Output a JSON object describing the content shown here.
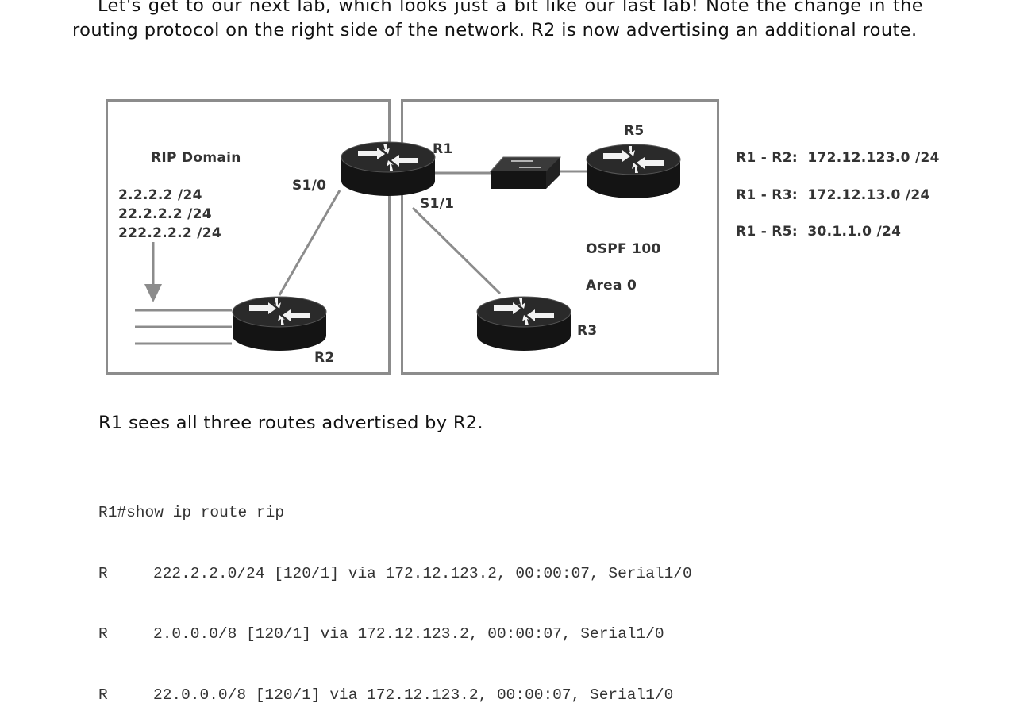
{
  "intro": {
    "text": "Let's get to our next lab, which looks just a bit like our last lab!  Note the change in the routing protocol on the right side of the network.  R2 is now advertising an additional route."
  },
  "diagram": {
    "rip_domain_label": "RIP Domain",
    "rip_routes": [
      "2.2.2.2 /24",
      "22.2.2.2 /24",
      "222.2.2.2 /24"
    ],
    "routers": {
      "r1": "R1",
      "r2": "R2",
      "r3": "R3",
      "r5": "R5"
    },
    "interfaces": {
      "s1_0": "S1/0",
      "s1_1": "S1/1"
    },
    "ospf_label": "OSPF 100",
    "area_label": "Area 0",
    "links": [
      {
        "label": "R1 - R2:",
        "subnet": "172.12.123.0 /24"
      },
      {
        "label": "R1 - R3:",
        "subnet": "172.12.13.0 /24"
      },
      {
        "label": "R1 - R5:",
        "subnet": "30.1.1.0 /24"
      }
    ]
  },
  "summary": "R1 sees all three routes advertised by R2.",
  "cli": {
    "command": "R1#show ip route rip",
    "routes": [
      {
        "code": "R",
        "entry": "222.2.2.0/24 [120/1] via 172.12.123.2, 00:00:07, Serial1/0"
      },
      {
        "code": "R",
        "entry": "2.0.0.0/8 [120/1] via 172.12.123.2, 00:00:07, Serial1/0"
      },
      {
        "code": "R",
        "entry": "22.0.0.0/8 [120/1] via 172.12.123.2, 00:00:07, Serial1/0"
      }
    ]
  }
}
